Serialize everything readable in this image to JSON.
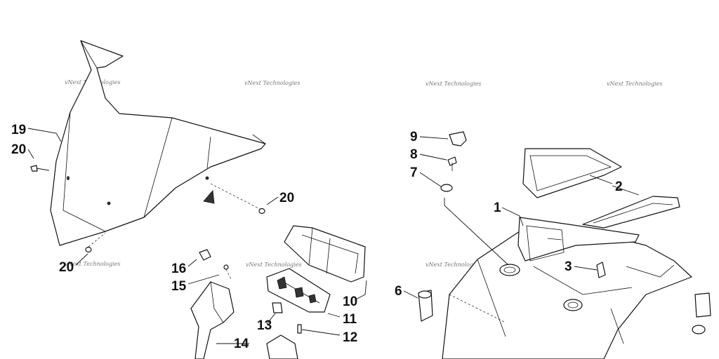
{
  "watermark": "vNext Technologies",
  "callouts": {
    "c1": "1",
    "c2": "2",
    "c3": "3",
    "c6": "6",
    "c7": "7",
    "c8": "8",
    "c9": "9",
    "c10": "10",
    "c11": "11",
    "c12": "12",
    "c13": "13",
    "c14": "14",
    "c15": "15",
    "c16": "16",
    "c19": "19",
    "c20a": "20",
    "c20b": "20",
    "c20c": "20"
  }
}
